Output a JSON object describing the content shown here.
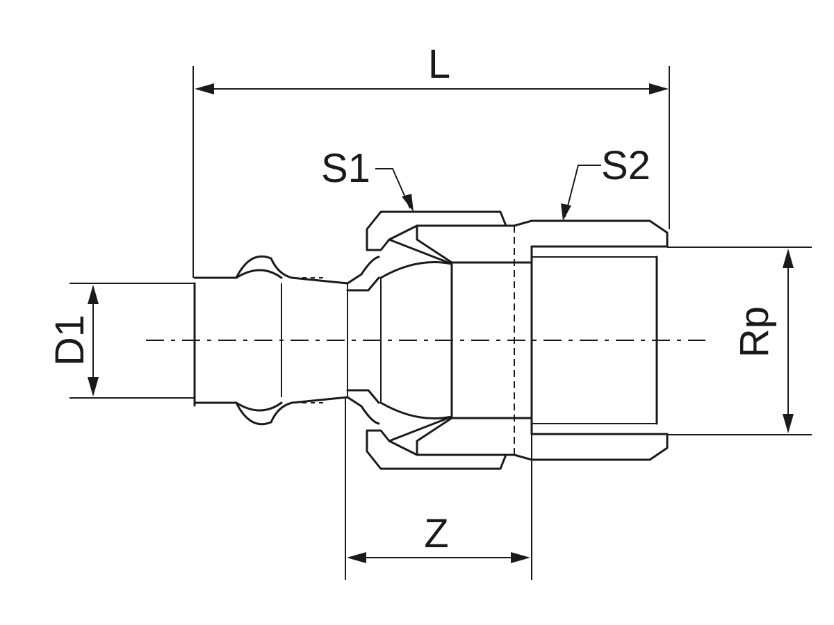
{
  "labels": {
    "length": "L",
    "nut_width": "S1",
    "body_width": "S2",
    "pipe_diameter": "D1",
    "thread": "Rp",
    "insertion": "Z"
  },
  "colors": {
    "ink": "#1a1a1a",
    "background": "#ffffff"
  }
}
